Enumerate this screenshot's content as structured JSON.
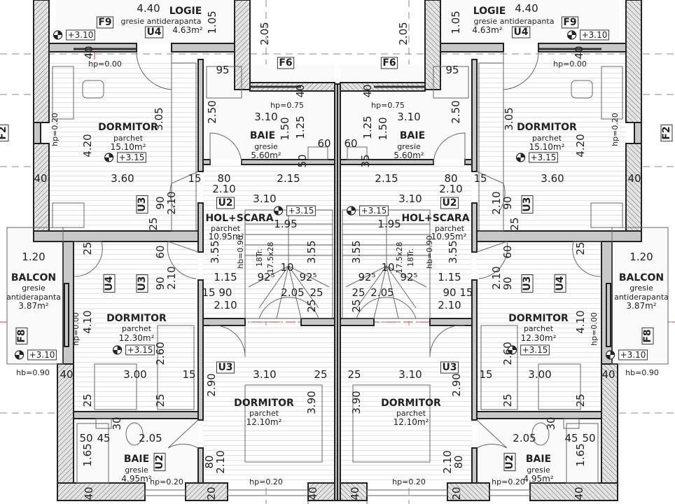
{
  "title": "Plan etaj - duplex",
  "colors": {
    "wall": "#c8c8c8",
    "line": "#222222",
    "axis": "#dd3333"
  },
  "units": [
    {
      "side": "left",
      "labels": {
        "logie_width": "4.40",
        "logie_title": "LOGIE",
        "logie_finish": "gresie antiderapanta",
        "logie_area": "4.63m²",
        "logie_depth": "1.05",
        "logie_f9": "F9",
        "logie_u4": "U4",
        "logie_level": "+3.10",
        "gap_205": "2.05",
        "wall_40a": "40",
        "hp_000a": "hp=0.00",
        "f6": "F6",
        "baie_95": "95",
        "baie_250": "2.50",
        "wall_40b": "40",
        "hp_075": "hp=0.75",
        "baie_310": "3.10",
        "dorm1_title": "DORMITOR",
        "dorm1_305": "3.05",
        "dorm1_finish": "parchet",
        "dorm1_area": "15.10m²",
        "dorm1_420": "4.20",
        "hp_020v": "hp=0.20",
        "dorm1_level": "+3.15",
        "f2": "F2",
        "baie1_title": "BAIE",
        "baie1_150": "1.50",
        "baie1_125": "1.25",
        "baie1_finish": "gresie",
        "baie1_60": "60",
        "baie1_area": "5.60m²",
        "baie1_50": "50",
        "d_40c": "40",
        "d_360": "3.60",
        "d_15a": "15",
        "d_80a": "80",
        "d_215": "2.15",
        "d_210a": "2.10",
        "hol_310": "3.10",
        "hol_u2": "U2",
        "dorm1_u3": "U3",
        "d_90a": "90",
        "d_210b": "2.10",
        "hol_level": "+3.15",
        "hol_title": "HOL+SCARA",
        "hol_195": "1.95",
        "d_25a": "25",
        "hol_finish": "parchet",
        "hol_area": "10.95m²",
        "balc_120": "1.20",
        "d_25b": "25",
        "d_60": "60",
        "st_355a": "3.55",
        "st_hb": "hb=0.90",
        "st_tr": "18Tr.",
        "st_size": "17.5x28",
        "st_355b": "3.55",
        "st_10": "10",
        "balc_title": "BALCON",
        "dorm2_u4": "U4",
        "dorm2_u3": "U3",
        "d_90b": "90",
        "d_210c": "2.10",
        "hol_115": "1.15",
        "st_925a": "92⁵",
        "st_925b": "92⁵",
        "balc_finish1": "gresie",
        "balc_finish2": "antiderapanta",
        "d_1590": "15 90",
        "st_205": "2.05",
        "st_25a": "25",
        "balc_area": "3.87m²",
        "hol_210": "2.10",
        "st_25b": "25",
        "dorm2_title": "DORMITOR",
        "dorm2_410": "4.10",
        "hp_000b": "hp=0.00",
        "dorm2_finish": "parchet",
        "dorm2_area": "12.30m²",
        "f8": "F8",
        "dorm2_260": "2.60",
        "dorm2_level": "+3.15",
        "balc_level": "+3.10",
        "hb_090": "hb=0.90",
        "d_40d": "40",
        "dorm2_300": "3.00",
        "d_15b": "15",
        "dorm3_u3": "U3",
        "dorm3_310": "3.10",
        "d_25c": "25",
        "dorm3_290": "2.90",
        "d_25d": "25",
        "d_25e": "25",
        "dorm3_title": "DORMITOR",
        "dorm3_390": "3.90",
        "dorm3_finish": "parchet",
        "dorm3_area": "12.10m²",
        "baie2_30": "30",
        "baie2_50": "50",
        "baie2_45": "45",
        "baie2_205": "2.05",
        "baie2_165": "1.65",
        "baie2_title": "BAIE",
        "baie2_u2": "U2",
        "d_80b": "80",
        "d_210d": "2.10",
        "baie2_finish": "gresie",
        "baie2_area": "4.95m²",
        "hp_020a": "hp=0.20",
        "hp_020b": "hp=0.20",
        "w_40e": "40",
        "w_20": "20",
        "w_40f": "40"
      }
    },
    {
      "side": "right",
      "labels": {
        "logie_width": "4.40",
        "logie_title": "LOGIE",
        "logie_finish": "gresie antiderapanta",
        "logie_area": "4.63m²",
        "logie_depth": "1.05",
        "logie_f9": "F9",
        "logie_u4": "U4",
        "logie_level": "+3.10",
        "gap_205": "2.05",
        "wall_40a": "40",
        "hp_000a": "hp=0.00",
        "f6": "F6",
        "baie_95": "95",
        "baie_250": "2.50",
        "wall_40b": "40",
        "hp_075": "hp=0.75",
        "baie_310": "3.10",
        "dorm1_title": "DORMITOR",
        "dorm1_305": "3.05",
        "dorm1_finish": "parchet",
        "dorm1_area": "15.10m²",
        "dorm1_420": "4.20",
        "hp_020v": "hp=0.20",
        "dorm1_level": "+3.15",
        "f2": "F2",
        "baie1_title": "BAIE",
        "baie1_150": "1.50",
        "baie1_125": "1.25",
        "baie1_finish": "gresie",
        "baie1_60": "60",
        "baie1_area": "5.60m²",
        "baie1_50": "35",
        "d_40c": "40",
        "d_360": "3.60",
        "d_15a": "15",
        "d_80a": "80",
        "d_215": "2.15",
        "d_210a": "2.10",
        "hol_310": "3.10",
        "hol_u2": "U2",
        "dorm1_u3": "U3",
        "d_90a": "90",
        "d_210b": "2.10",
        "hol_level": "+3.15",
        "hol_title": "HOL+SCARA",
        "hol_195": "1.95",
        "d_25a": "25",
        "hol_finish": "parchet",
        "hol_area": "10.95m²",
        "balc_120": "1.20",
        "d_25b": "25",
        "d_60": "60",
        "st_355a": "3.55",
        "st_hb": "hb=0.90",
        "st_tr": "18Tr.",
        "st_size": "17.5x28",
        "st_355b": "3.55",
        "st_10": "10",
        "balc_title": "BALCON",
        "dorm2_u4": "U4",
        "dorm2_u3": "U3",
        "d_90b": "90",
        "d_210c": "2.10",
        "hol_115": "1.15",
        "st_925a": "92⁵",
        "st_925b": "92⁵",
        "balc_finish1": "gresie",
        "balc_finish2": "antiderapanta",
        "d_1590": "90 15",
        "st_205": "2.05",
        "st_25a": "25",
        "balc_area": "3.87m²",
        "hol_210": "2.10",
        "st_25b": "25",
        "dorm2_title": "DORMITOR",
        "dorm2_410": "4.10",
        "hp_000b": "hp=0.00",
        "dorm2_finish": "parchet",
        "dorm2_area": "12.30m²",
        "f8": "F8",
        "dorm2_260": "2.60",
        "dorm2_level": "+3.15",
        "balc_level": "+3.10",
        "hb_090": "hb=0.90",
        "d_40d": "40",
        "dorm2_300": "3.00",
        "d_15b": "15",
        "dorm3_u3": "U3",
        "dorm3_310": "3.10",
        "d_25c": "25",
        "dorm3_290": "2.90",
        "d_25d": "25",
        "d_25e": "25",
        "dorm3_title": "DORMITOR",
        "dorm3_390": "3.90",
        "dorm3_finish": "parchet",
        "dorm3_area": "12.10m²",
        "baie2_30": "30",
        "baie2_50": "50",
        "baie2_45": "45",
        "baie2_205": "2.05",
        "baie2_165": "1.65",
        "baie2_title": "BAIE",
        "baie2_u2": "U2",
        "d_80b": "80",
        "d_210d": "2.10",
        "baie2_finish": "gresie",
        "baie2_area": "4.95m²",
        "hp_020a": "hp=0.20",
        "hp_020b": "hp=0.20",
        "w_40e": "40",
        "w_20": "20",
        "w_40f": "40"
      }
    }
  ]
}
